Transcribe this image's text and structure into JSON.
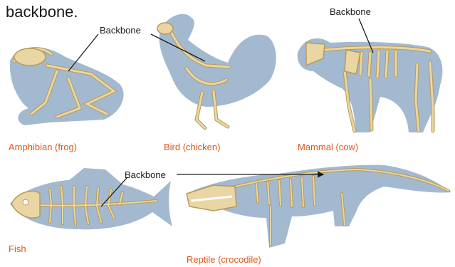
{
  "heading": "backbone.",
  "callout_label": "Backbone",
  "animals": {
    "frog": "Amphibian (frog)",
    "chicken": "Bird (chicken)",
    "cow": "Mammal (cow)",
    "fish": "Fish",
    "crocodile": "Reptile (crocodile)"
  },
  "colors": {
    "silhouette": "#a3b9cf",
    "bone": "#e9d6a2",
    "bone_outline": "#b89a58",
    "caption": "#e0561a"
  }
}
